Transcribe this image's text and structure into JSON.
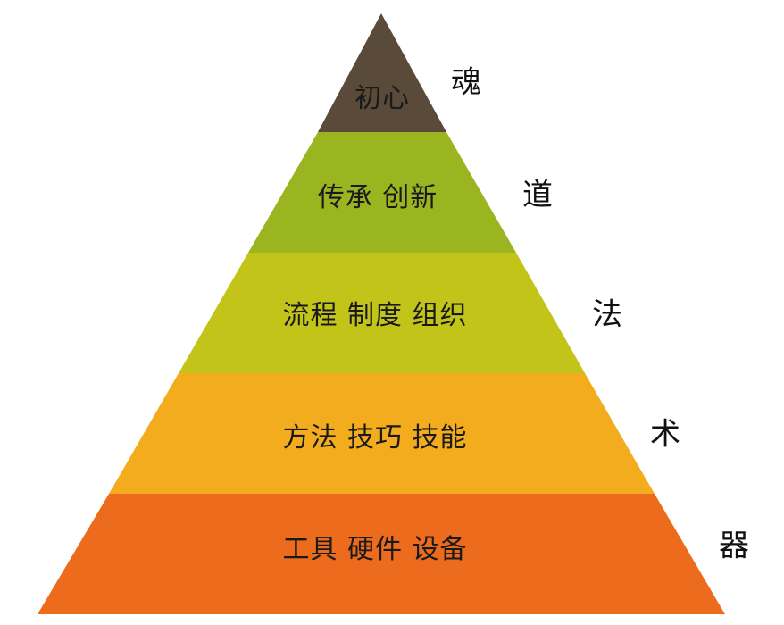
{
  "pyramid": {
    "layers": [
      {
        "label": "初心",
        "side": "魂",
        "color": "#5a4a3a"
      },
      {
        "label": "传承 创新",
        "side": "道",
        "color": "#9bb521"
      },
      {
        "label": "流程 制度 组织",
        "side": "法",
        "color": "#c2c41a"
      },
      {
        "label": "方法 技巧 技能",
        "side": "术",
        "color": "#f3ac1e"
      },
      {
        "label": "工具 硬件 设备",
        "side": "器",
        "color": "#ed6b1d"
      }
    ]
  }
}
